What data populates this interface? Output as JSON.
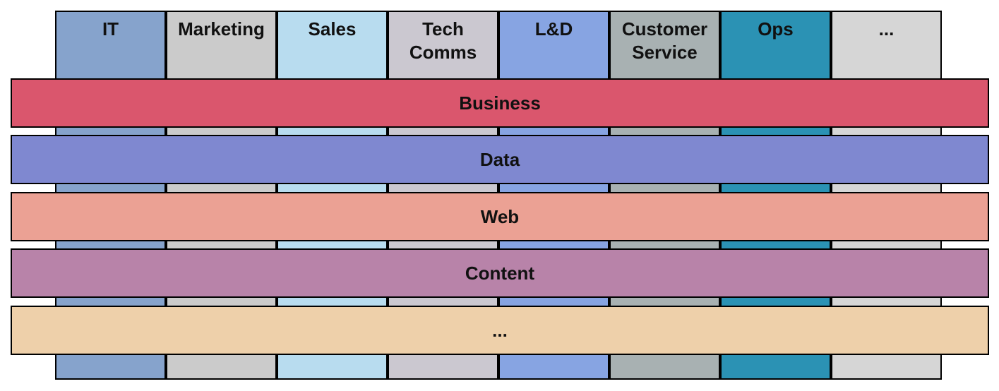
{
  "columns": [
    {
      "label": "IT",
      "color": "#86a3cc"
    },
    {
      "label": "Marketing",
      "color": "#cbcbcb"
    },
    {
      "label": "Sales",
      "color": "#b8dcef"
    },
    {
      "label": "Tech\nComms",
      "color": "#cbc8d0"
    },
    {
      "label": "L&D",
      "color": "#87a4e2"
    },
    {
      "label": "Customer\nService",
      "color": "#a8b1b2"
    },
    {
      "label": "Ops",
      "color": "#2b92b4"
    },
    {
      "label": "...",
      "color": "#d6d6d6"
    }
  ],
  "layers": [
    {
      "label": "Business",
      "color": "#da566d"
    },
    {
      "label": "Data",
      "color": "#7f88d0"
    },
    {
      "label": "Web",
      "color": "#eba194"
    },
    {
      "label": "Content",
      "color": "#b883a9"
    },
    {
      "label": "...",
      "color": "#eed0aa"
    }
  ]
}
